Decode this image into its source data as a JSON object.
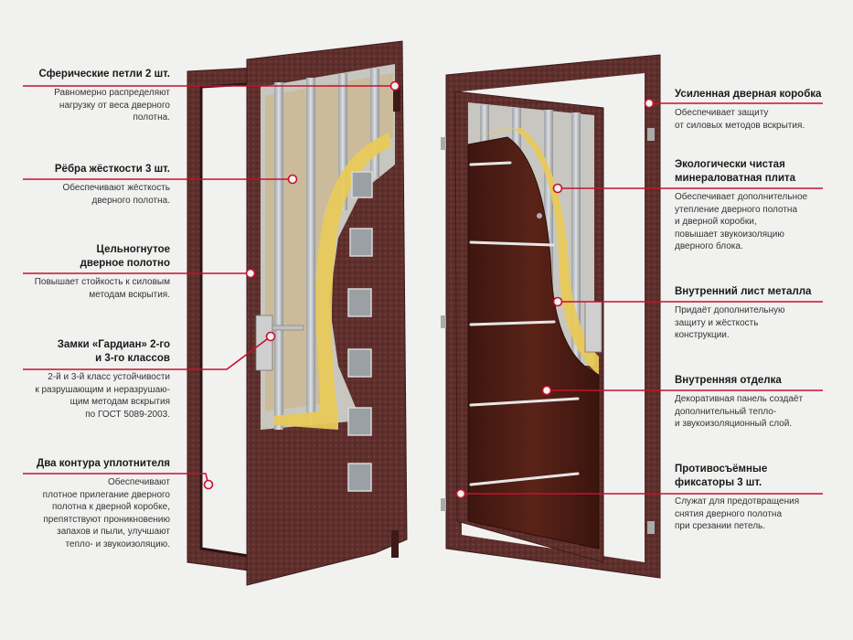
{
  "colors": {
    "background": "#f1f1f0",
    "leader": "#c8102e",
    "door_outer": "#5e2f2c",
    "door_outer_light": "#7a4540",
    "door_inner_panel": "#4a1e16",
    "insulation": "#e8c95a",
    "metal": "#b9bcbf",
    "foam_board": "#cdb894"
  },
  "left_callouts": [
    {
      "title": "Сферические петли 2 шт.",
      "desc": "Равномерно распределяют\nнагрузку от веса дверного\nполотна."
    },
    {
      "title": "Рёбра жёсткости 3 шт.",
      "desc": "Обеспечивают жёсткость\nдверного полотна."
    },
    {
      "title": "Цельногнутое\nдверное полотно",
      "desc": "Повышает стойкость к силовым\nметодам вскрытия."
    },
    {
      "title": "Замки «Гардиан» 2-го\nи 3-го классов",
      "desc": "2-й и 3-й класс устойчивости\nк разрушающим и неразрушаю-\nщим методам вскрытия\nпо ГОСТ 5089-2003."
    },
    {
      "title": "Два контура уплотнителя",
      "desc": "Обеспечивают\nплотное прилегание дверного\nполотна к дверной коробке,\nпрепятствуют проникновению\nзапахов и пыли, улучшают\nтепло- и звукоизоляцию."
    }
  ],
  "right_callouts": [
    {
      "title": "Усиленная дверная коробка",
      "desc": "Обеспечивает защиту\nот силовых методов вскрытия."
    },
    {
      "title": "Экологически чистая\nминераловатная плита",
      "desc": "Обеспечивает дополнительное\nутепление дверного полотна\nи дверной коробки,\nповышает звукоизоляцию\nдверного блока."
    },
    {
      "title": "Внутренний лист металла",
      "desc": "Придаёт дополнительную\nзащиту и жёсткость\nконструкции."
    },
    {
      "title": "Внутренняя отделка",
      "desc": "Декоративная панель создаёт\nдополнительный тепло-\nи звукоизоляционный слой."
    },
    {
      "title": "Противосъёмные\nфиксаторы 3 шт.",
      "desc": "Служат для предотвращения\nснятия дверного полотна\nпри срезании петель."
    }
  ]
}
